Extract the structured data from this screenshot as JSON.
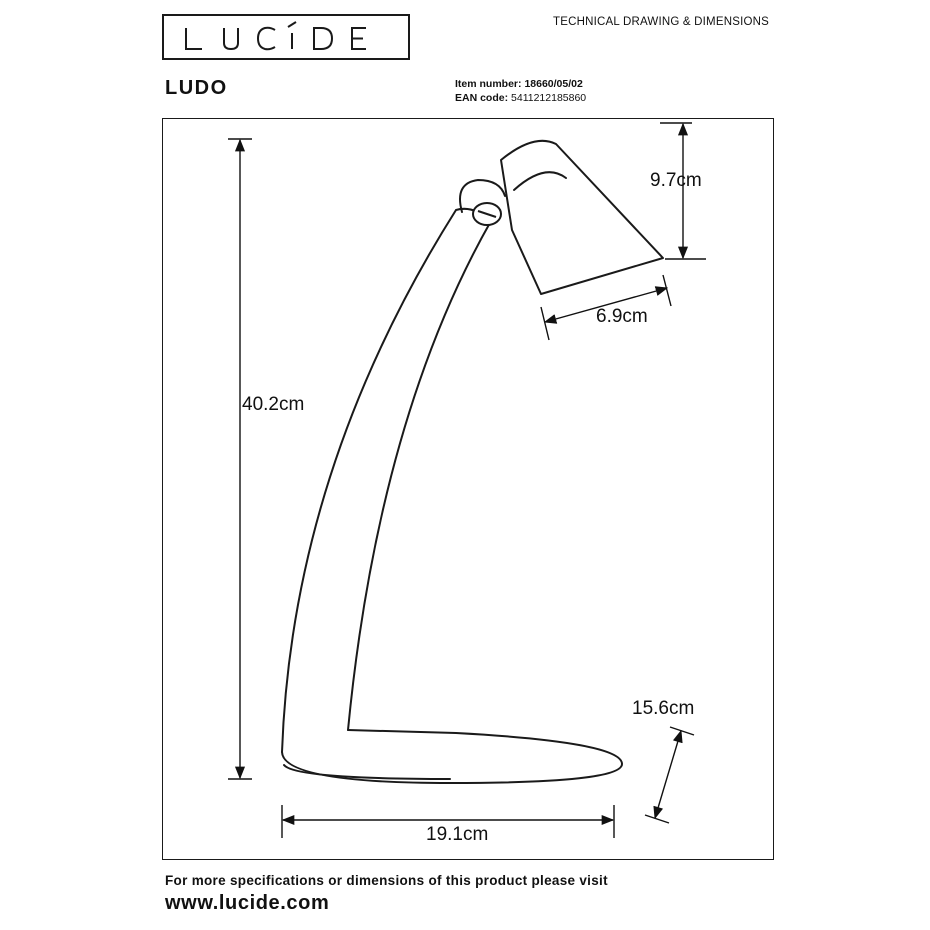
{
  "header": {
    "brand": "LUCIDE",
    "doc_type": "TECHNICAL DRAWING & DIMENSIONS"
  },
  "product": {
    "name": "LUDO",
    "item_number_label": "Item number:",
    "item_number_value": "18660/05/02",
    "ean_label": "EAN code:",
    "ean_value": "5411212185860"
  },
  "drawing": {
    "subject": "table-lamp",
    "dimensions": {
      "height": "40.2cm",
      "shade_height": "9.7cm",
      "shade_diameter": "6.9cm",
      "base_width": "15.6cm",
      "base_length": "19.1cm"
    }
  },
  "footer": {
    "text": "For more specifications or dimensions of this product please visit",
    "url": "www.lucide.com"
  }
}
